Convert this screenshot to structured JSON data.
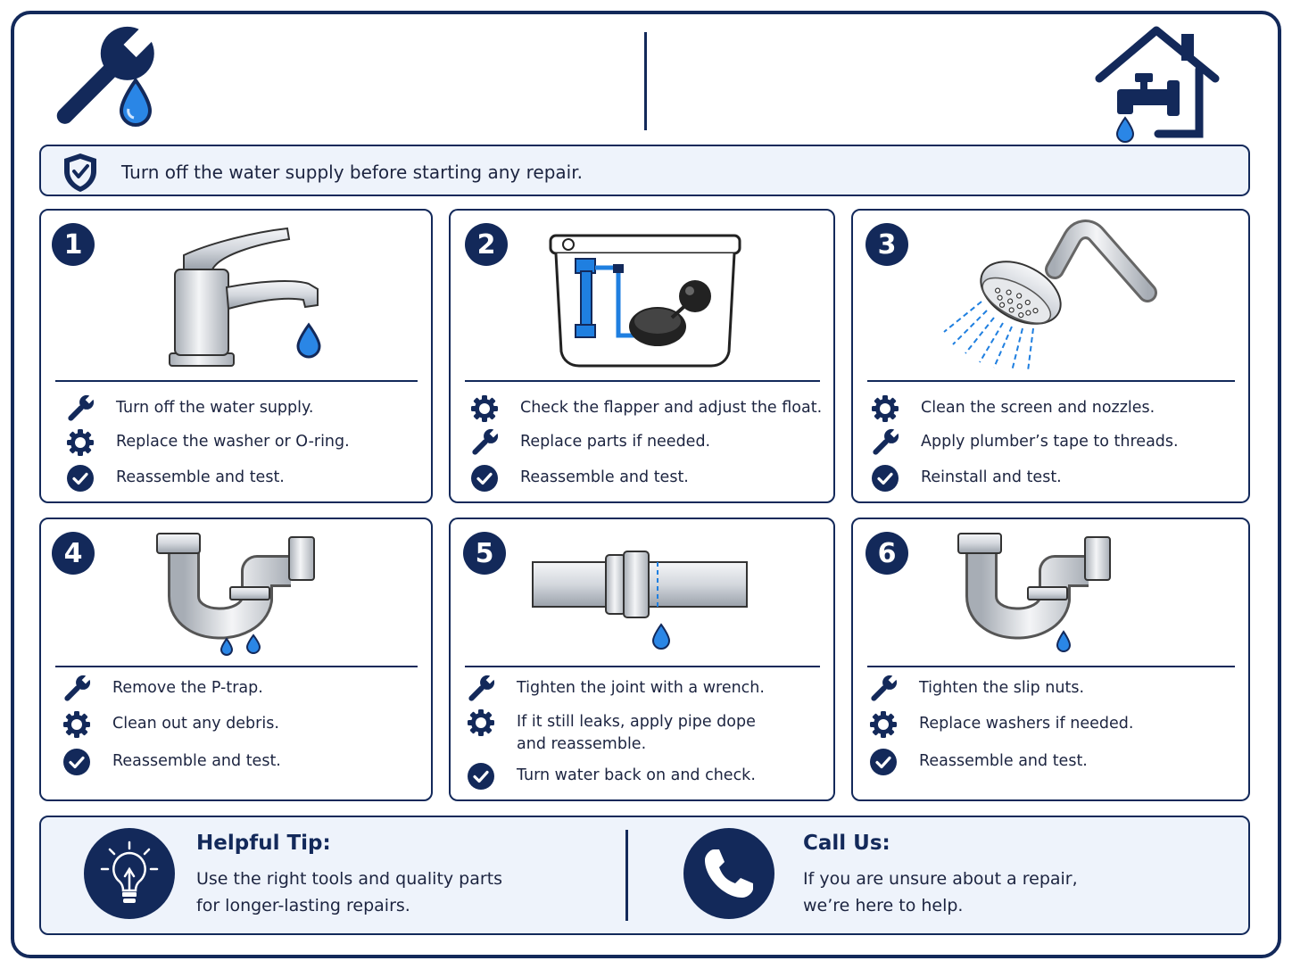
{
  "banner": {
    "text": "Turn off the water supply before starting any repair."
  },
  "cards": [
    {
      "number": "1",
      "steps": [
        {
          "icon": "wrench-icon",
          "text": "Turn off the water supply."
        },
        {
          "icon": "gear-icon",
          "text": "Replace the washer or O-ring."
        },
        {
          "icon": "check-icon",
          "text": "Reassemble and test."
        }
      ]
    },
    {
      "number": "2",
      "steps": [
        {
          "icon": "gear-icon",
          "text": "Check the flapper and adjust the float."
        },
        {
          "icon": "wrench-icon",
          "text": "Replace parts if needed."
        },
        {
          "icon": "check-icon",
          "text": "Reassemble and test."
        }
      ]
    },
    {
      "number": "3",
      "steps": [
        {
          "icon": "gear-icon",
          "text": "Clean the screen and nozzles."
        },
        {
          "icon": "wrench-icon",
          "text": "Apply plumber’s tape to threads."
        },
        {
          "icon": "check-icon",
          "text": "Reinstall and test."
        }
      ]
    },
    {
      "number": "4",
      "steps": [
        {
          "icon": "wrench-icon",
          "text": "Remove the P-trap."
        },
        {
          "icon": "gear-icon",
          "text": "Clean out any debris."
        },
        {
          "icon": "check-icon",
          "text": "Reassemble and test."
        }
      ]
    },
    {
      "number": "5",
      "steps": [
        {
          "icon": "wrench-icon",
          "text": "Tighten the joint with a wrench."
        },
        {
          "icon": "gear-icon",
          "text": "If it still leaks, apply pipe dope and reassemble."
        },
        {
          "icon": "check-icon",
          "text": "Turn water back on and check."
        }
      ]
    },
    {
      "number": "6",
      "steps": [
        {
          "icon": "wrench-icon",
          "text": "Tighten the slip nuts."
        },
        {
          "icon": "gear-icon",
          "text": "Replace washers if needed."
        },
        {
          "icon": "check-icon",
          "text": "Reassemble and test."
        }
      ]
    }
  ],
  "tip": {
    "title": "Helpful Tip:",
    "text": "Use the right tools and quality parts for longer-lasting repairs."
  },
  "call": {
    "title": "Call Us:",
    "text": "If you are unsure about a repair, we’re here to help."
  },
  "colors": {
    "navy": "#13295a",
    "water_blue": "#1f7fe0",
    "panel_bg": "#eef3fb"
  }
}
